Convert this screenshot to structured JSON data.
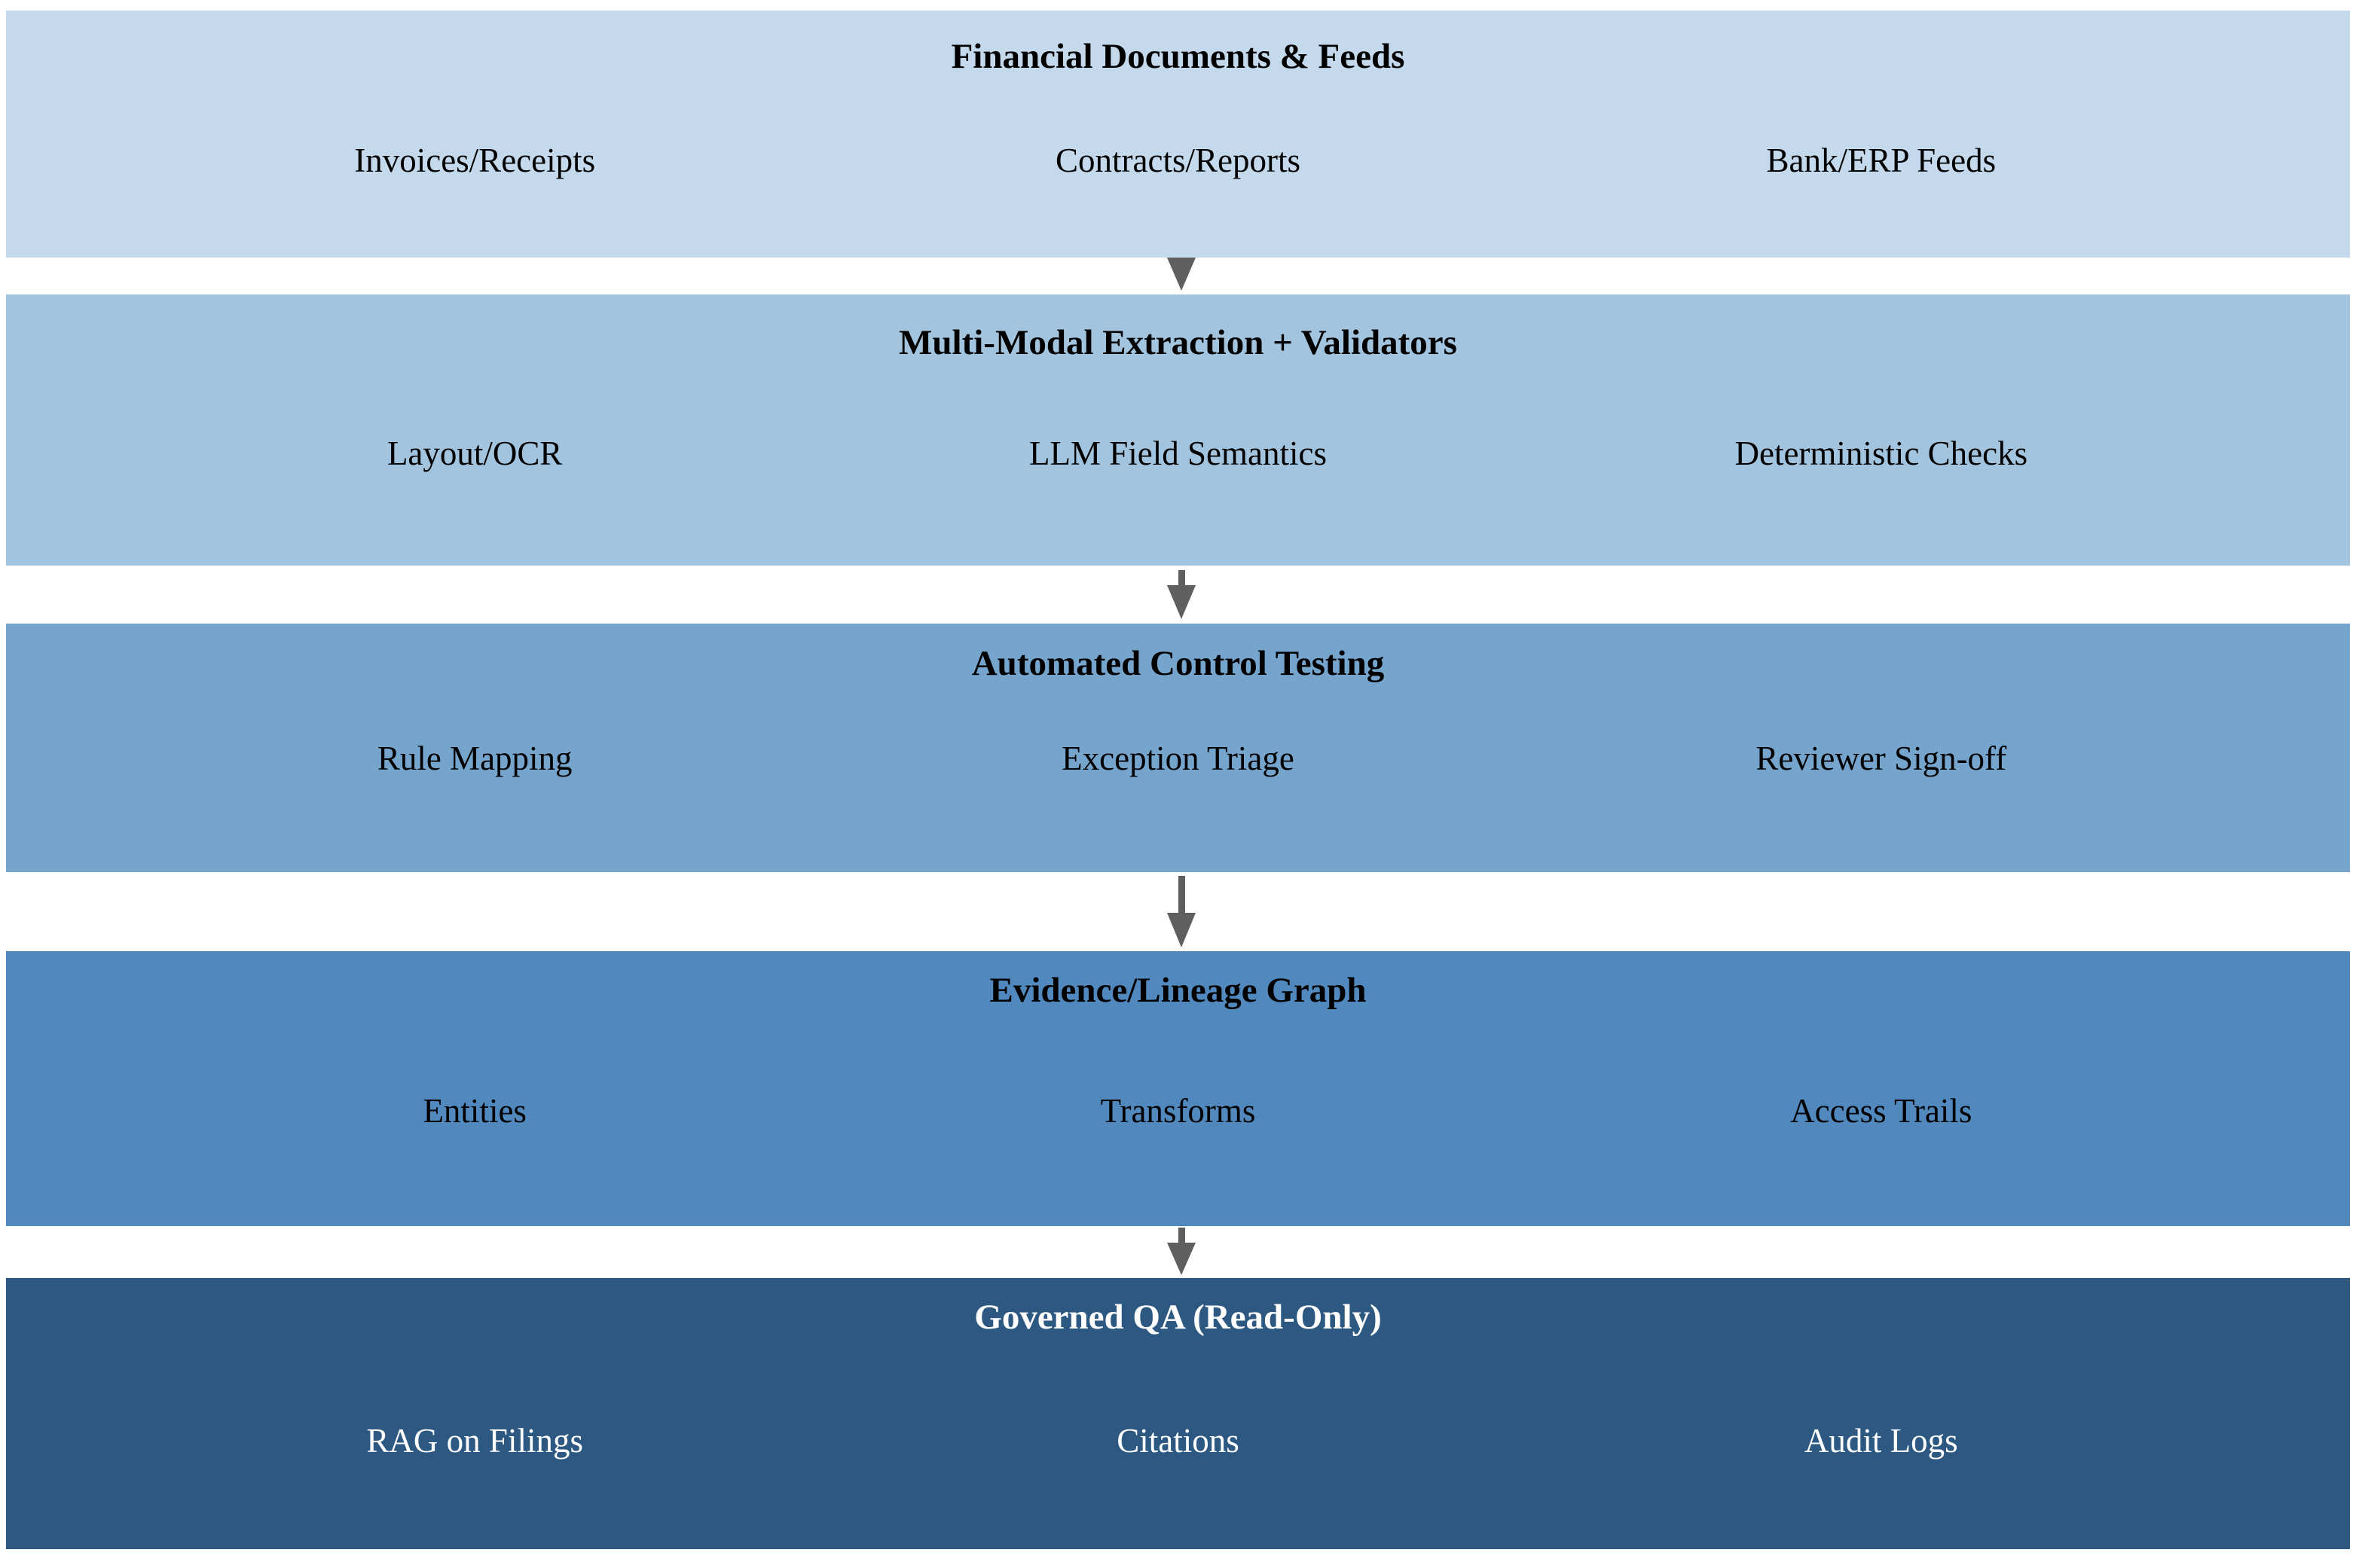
{
  "diagram": {
    "arrow_color": "#5f5f5f",
    "layers": [
      {
        "title": "Financial Documents & Feeds",
        "items": [
          "Invoices/Receipts",
          "Contracts/Reports",
          "Bank/ERP Feeds"
        ],
        "color": "#c4d9ec",
        "text_color": "#000000"
      },
      {
        "title": "Multi-Modal Extraction + Validators",
        "items": [
          "Layout/OCR",
          "LLM Field Semantics",
          "Deterministic Checks"
        ],
        "color": "#a3c4de",
        "text_color": "#000000"
      },
      {
        "title": "Automated Control Testing",
        "items": [
          "Rule Mapping",
          "Exception Triage",
          "Reviewer Sign-off"
        ],
        "color": "#75a4cd",
        "text_color": "#000000"
      },
      {
        "title": "Evidence/Lineage Graph",
        "items": [
          "Entities",
          "Transforms",
          "Access Trails"
        ],
        "color": "#5189bf",
        "text_color": "#000000"
      },
      {
        "title": "Governed QA (Read-Only)",
        "items": [
          "RAG on Filings",
          "Citations",
          "Audit Logs"
        ],
        "color": "#2c5882",
        "text_color": "#ffffff"
      }
    ]
  }
}
